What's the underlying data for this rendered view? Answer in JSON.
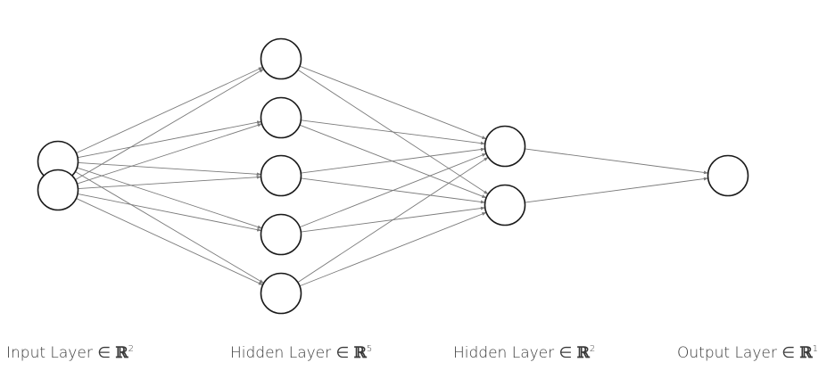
{
  "layers": [
    {
      "id": "input",
      "label_text": "Input Layer",
      "symbol": "∈",
      "space": "ℝ",
      "dimension": "2"
    },
    {
      "id": "hidden1",
      "label_text": "Hidden Layer",
      "symbol": "∈",
      "space": "ℝ",
      "dimension": "5"
    },
    {
      "id": "hidden2",
      "label_text": "Hidden Layer",
      "symbol": "∈",
      "space": "ℝ",
      "dimension": "2"
    },
    {
      "id": "output",
      "label_text": "Output Layer",
      "symbol": "∈",
      "space": "ℝ",
      "dimension": "1"
    }
  ],
  "connectivity": "fully-connected",
  "colors": {
    "node_stroke": "#1a1a1a",
    "node_fill": "#ffffff",
    "edge": "#7a7a7a",
    "label": "#3a3a3a"
  }
}
